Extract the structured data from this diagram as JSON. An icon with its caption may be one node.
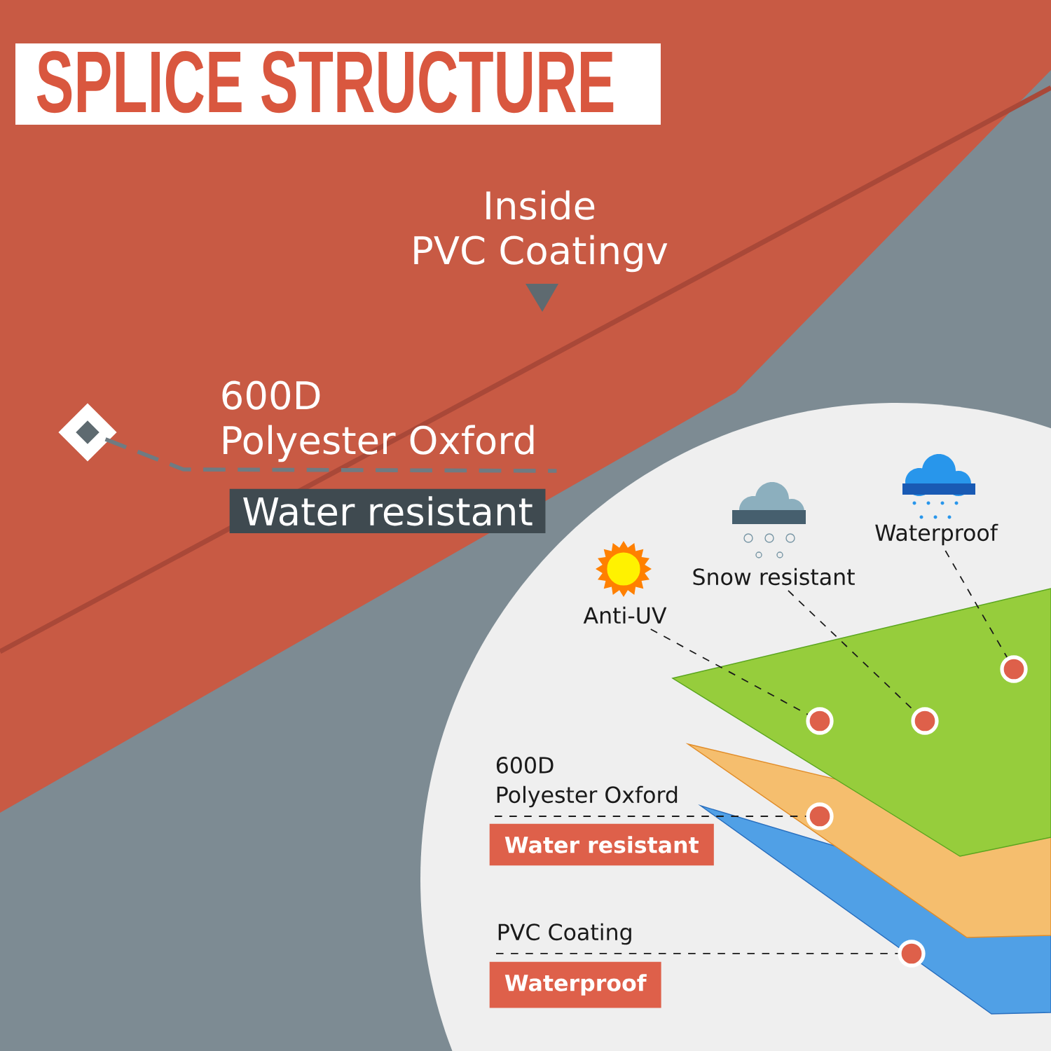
{
  "diagram": {
    "title": "SPLICE STRUCTURE",
    "nodes": [
      {
        "text": [
          "Inside",
          "PVC Coatingv"
        ]
      },
      {
        "text": [],
        "shape": "diamond"
      },
      {
        "text": [
          "600D",
          "Polyester Oxford",
          "Water resistant"
        ]
      },
      {
        "text": [
          "Anti-UV"
        ]
      },
      {
        "text": [
          "Snow resistant"
        ]
      },
      {
        "text": [
          "Waterproof"
        ]
      },
      {
        "text": [],
        "shape": "circle"
      },
      {
        "text": [],
        "shape": "circle"
      },
      {
        "text": [],
        "shape": "circle"
      },
      {
        "text": [
          "600D",
          "Polyester Oxford",
          "Water resistant"
        ]
      },
      {
        "text": [],
        "shape": "circle"
      },
      {
        "text": [
          "PVC Coating",
          "Waterproof"
        ]
      },
      {
        "text": [],
        "shape": "circle"
      }
    ],
    "edges": [
      {
        "from": 1,
        "to": 2,
        "arrow": "none",
        "style": "dashed",
        "color": "#6f7b82"
      },
      {
        "from": 3,
        "to": 6,
        "arrow": "none",
        "style": "dashed"
      },
      {
        "from": 4,
        "to": 7,
        "arrow": "none",
        "style": "dashed"
      },
      {
        "from": 5,
        "to": 8,
        "arrow": "none",
        "style": "dashed"
      },
      {
        "from": 9,
        "to": 10,
        "arrow": "none",
        "style": "dashed"
      },
      {
        "from": 11,
        "to": 12,
        "arrow": "none",
        "style": "dashed"
      }
    ]
  }
}
